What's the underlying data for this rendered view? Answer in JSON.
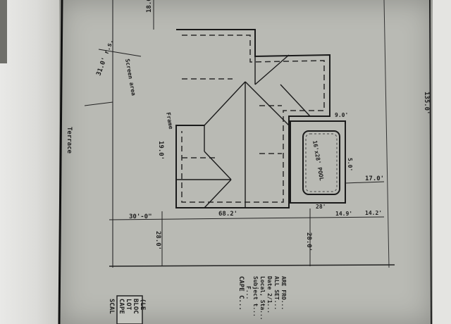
{
  "dimensions": {
    "top_setback": "18.0'",
    "side_left": "31.0' r.s.",
    "lot_side_right": "135.0'",
    "house_depth": "19.0'",
    "front_left": "30'-0\"",
    "front_house": "68.2'",
    "front_right_a": "14.9'",
    "front_right_b": "14.2'",
    "rear_setback_left": "28.0'",
    "rear_setback_right": "28.0'",
    "pool_side": "17.0'",
    "pool_gap": "5.0'",
    "pool_top": "9.0'",
    "pool_offset": "28'"
  },
  "labels": {
    "screen_area": "Screen area",
    "garage": "Frame",
    "pool": "16'x28' POOL",
    "street": "Terrace"
  },
  "notes": {
    "heading": "CAPE C...",
    "line1": "F...",
    "line2": "Subject t...",
    "line3": "Local, Sta...",
    "line4": "Date 2/1...",
    "line5": "ALL SET...",
    "line6": "ARE FRO..."
  },
  "title_block": {
    "line1": "(LE",
    "line2": "BLOC",
    "line3": "LOT",
    "line4": "CAPE",
    "line5": "SCAL"
  }
}
